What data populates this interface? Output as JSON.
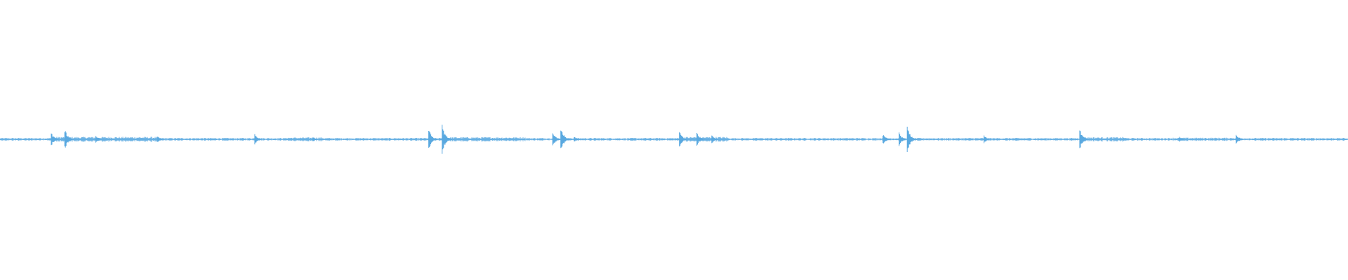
{
  "waveform": {
    "color": "#5aa9e0",
    "background": "#ffffff",
    "baseline_amplitude": 0.01,
    "noise_amplitude": 0.012,
    "peak_amplitude_max": 0.12,
    "transients": [
      {
        "t": 0.038,
        "amp": 0.05
      },
      {
        "t": 0.048,
        "amp": 0.08
      },
      {
        "t": 0.071,
        "amp": 0.025
      },
      {
        "t": 0.117,
        "amp": 0.02
      },
      {
        "t": 0.189,
        "amp": 0.04
      },
      {
        "t": 0.232,
        "amp": 0.02
      },
      {
        "t": 0.318,
        "amp": 0.08
      },
      {
        "t": 0.328,
        "amp": 0.11
      },
      {
        "t": 0.41,
        "amp": 0.06
      },
      {
        "t": 0.416,
        "amp": 0.1
      },
      {
        "t": 0.426,
        "amp": 0.02
      },
      {
        "t": 0.504,
        "amp": 0.06
      },
      {
        "t": 0.517,
        "amp": 0.05
      },
      {
        "t": 0.528,
        "amp": 0.03
      },
      {
        "t": 0.655,
        "amp": 0.04
      },
      {
        "t": 0.667,
        "amp": 0.05
      },
      {
        "t": 0.673,
        "amp": 0.1
      },
      {
        "t": 0.73,
        "amp": 0.03
      },
      {
        "t": 0.801,
        "amp": 0.08
      },
      {
        "t": 0.875,
        "amp": 0.02
      },
      {
        "t": 0.917,
        "amp": 0.04
      }
    ],
    "dense_regions": [
      {
        "start": 0.038,
        "end": 0.118,
        "amp": 0.018
      },
      {
        "start": 0.212,
        "end": 0.24,
        "amp": 0.014
      },
      {
        "start": 0.328,
        "end": 0.39,
        "amp": 0.016
      },
      {
        "start": 0.504,
        "end": 0.54,
        "amp": 0.018
      },
      {
        "start": 0.801,
        "end": 0.835,
        "amp": 0.016
      },
      {
        "start": 0.87,
        "end": 0.92,
        "amp": 0.012
      }
    ]
  }
}
